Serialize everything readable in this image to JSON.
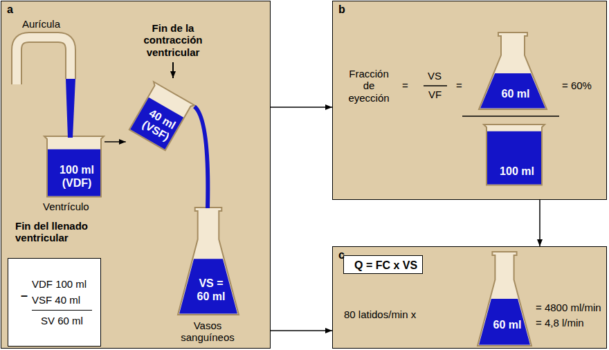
{
  "diagram": {
    "nodes": [
      {
        "text": [
          "a"
        ]
      },
      {
        "text": [
          "100 ml (VDF)"
        ],
        "in": 0
      },
      {
        "text": [
          "40 ml (VSF)"
        ],
        "in": 0
      },
      {
        "text": [
          "VS = 60 ml"
        ],
        "in": 0
      },
      {
        "text": [
          "–",
          "VDF 100 ml",
          "VSF 40 ml",
          "SV 60 ml"
        ],
        "in": 0
      },
      {
        "text": [
          "b"
        ]
      },
      {
        "text": [
          "60 ml"
        ],
        "in": 5
      },
      {
        "text": [
          "100 ml"
        ],
        "in": 5
      },
      {
        "text": [
          "c"
        ]
      },
      {
        "text": [
          "Q = FC x VS"
        ],
        "in": 8
      },
      {
        "text": [
          "60 ml"
        ],
        "in": 8
      }
    ],
    "edges": [
      {
        "from": 1,
        "to": 2,
        "arrow": "to"
      },
      {
        "from": 0,
        "to": 5,
        "arrow": "to"
      },
      {
        "from": 5,
        "to": 8,
        "arrow": "to"
      },
      {
        "from": 0,
        "to": 8,
        "arrow": "to"
      }
    ],
    "labels": [
      "Aurícula",
      "Fin de la contracción ventricular",
      "Ventrículo",
      "Fin del llenado ventricular",
      "Vasos sanguíneos",
      "Fracción de eyección",
      "=",
      "VS",
      "VF",
      "=",
      "= 60%",
      "80 latidos/min x",
      "= 4800 ml/min",
      "= 4,8 l/min"
    ]
  }
}
